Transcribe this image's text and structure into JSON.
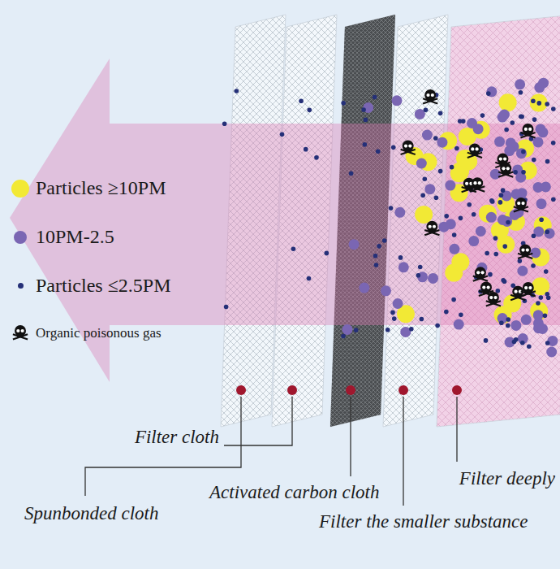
{
  "diagram": {
    "labels": [
      "Filter cloth",
      "Spunbonded cloth",
      "Activated carbon cloth",
      "Filter deeply",
      "Filter the smaller substance"
    ],
    "legend": [
      {
        "text": "Particles ≥10PM",
        "color": "#f2e935"
      },
      {
        "text": "10PM-2.5",
        "color": "#7a66b3"
      },
      {
        "text": "Particles ≤2.5PM",
        "color": "#253078"
      },
      {
        "text": "Organic poisonous gas"
      }
    ]
  }
}
